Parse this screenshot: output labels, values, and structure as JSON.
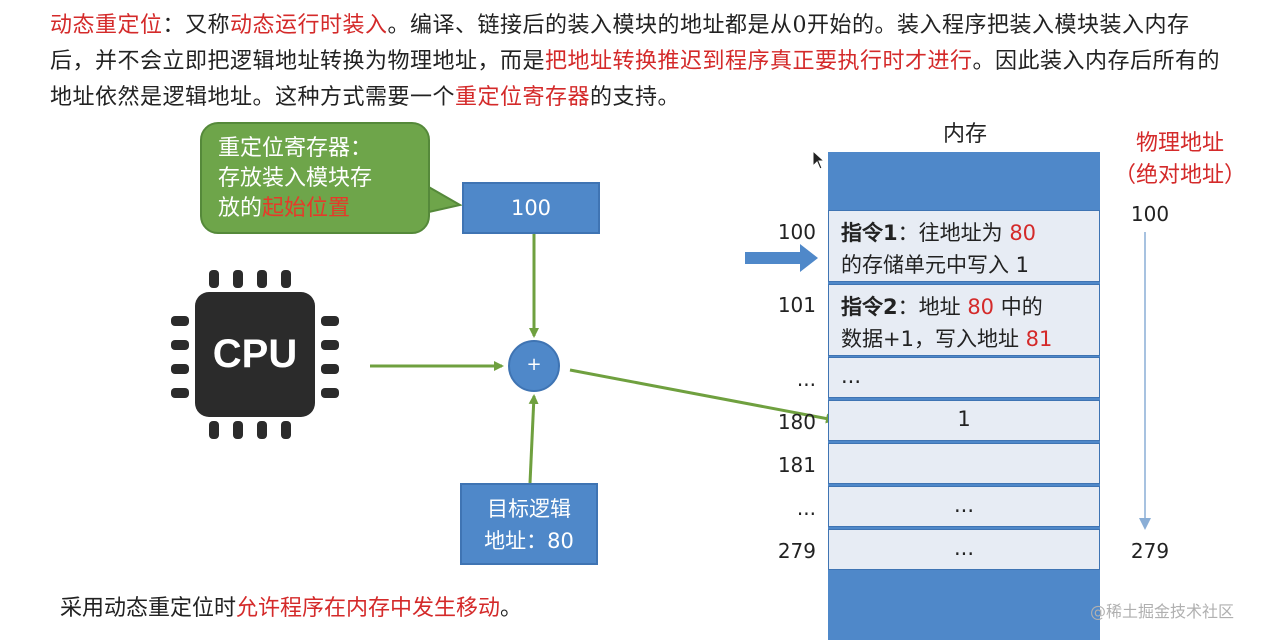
{
  "intro": {
    "seg1": "动态重定位",
    "seg2": "：又称",
    "seg3": "动态运行时装入",
    "seg4": "。编译、链接后的装入模块的地址都是从0开始的。装入程序把装入模块装入内存后，并不会立即把逻辑地址转换为物理地址，而是",
    "seg5": "把地址转换推迟到程序真正要执行时才进行",
    "seg6": "。因此装入内存后所有的地址依然是逻辑地址。这种方式需要一个",
    "seg7": "重定位寄存器",
    "seg8": "的支持。"
  },
  "callout": {
    "line1": "重定位寄存器：",
    "line2": "存放装入模块存",
    "line3a": "放的",
    "line3b": "起始位置"
  },
  "register_value": "100",
  "adder_symbol": "+",
  "cpu_label": "CPU",
  "target_box": {
    "line1": "目标逻辑",
    "line2": "地址：80"
  },
  "memory": {
    "title": "内存",
    "rows": [
      {
        "addr": "100",
        "label": "指令1",
        "sep": "：往地址为 ",
        "num": "80",
        "line2": "的存储单元中写入 1"
      },
      {
        "addr": "101",
        "label": "指令2",
        "sep": "：地址 ",
        "num": "80",
        "mid": " 中的",
        "line2a": "数据+1，写入地址 ",
        "line2num": "81"
      },
      {
        "addr": "...",
        "content": "..."
      },
      {
        "addr": "180",
        "content": "1"
      },
      {
        "addr": "181",
        "content": ""
      },
      {
        "addr": "...",
        "content": "..."
      },
      {
        "addr": "279",
        "content": "..."
      }
    ]
  },
  "physical": {
    "title_line1": "物理地址",
    "title_line2": "（绝对地址）",
    "start": "100",
    "end": "279"
  },
  "footer": {
    "seg1": "采用动态重定位时",
    "seg2": "允许程序在内存中发生移动",
    "seg3": "。"
  },
  "watermark": "@稀土掘金技术社区",
  "colors": {
    "accent_red": "#d42a2a",
    "box_blue": "#4f88c9",
    "callout_green": "#6ea54a",
    "arrow_green": "#6fa03f"
  }
}
